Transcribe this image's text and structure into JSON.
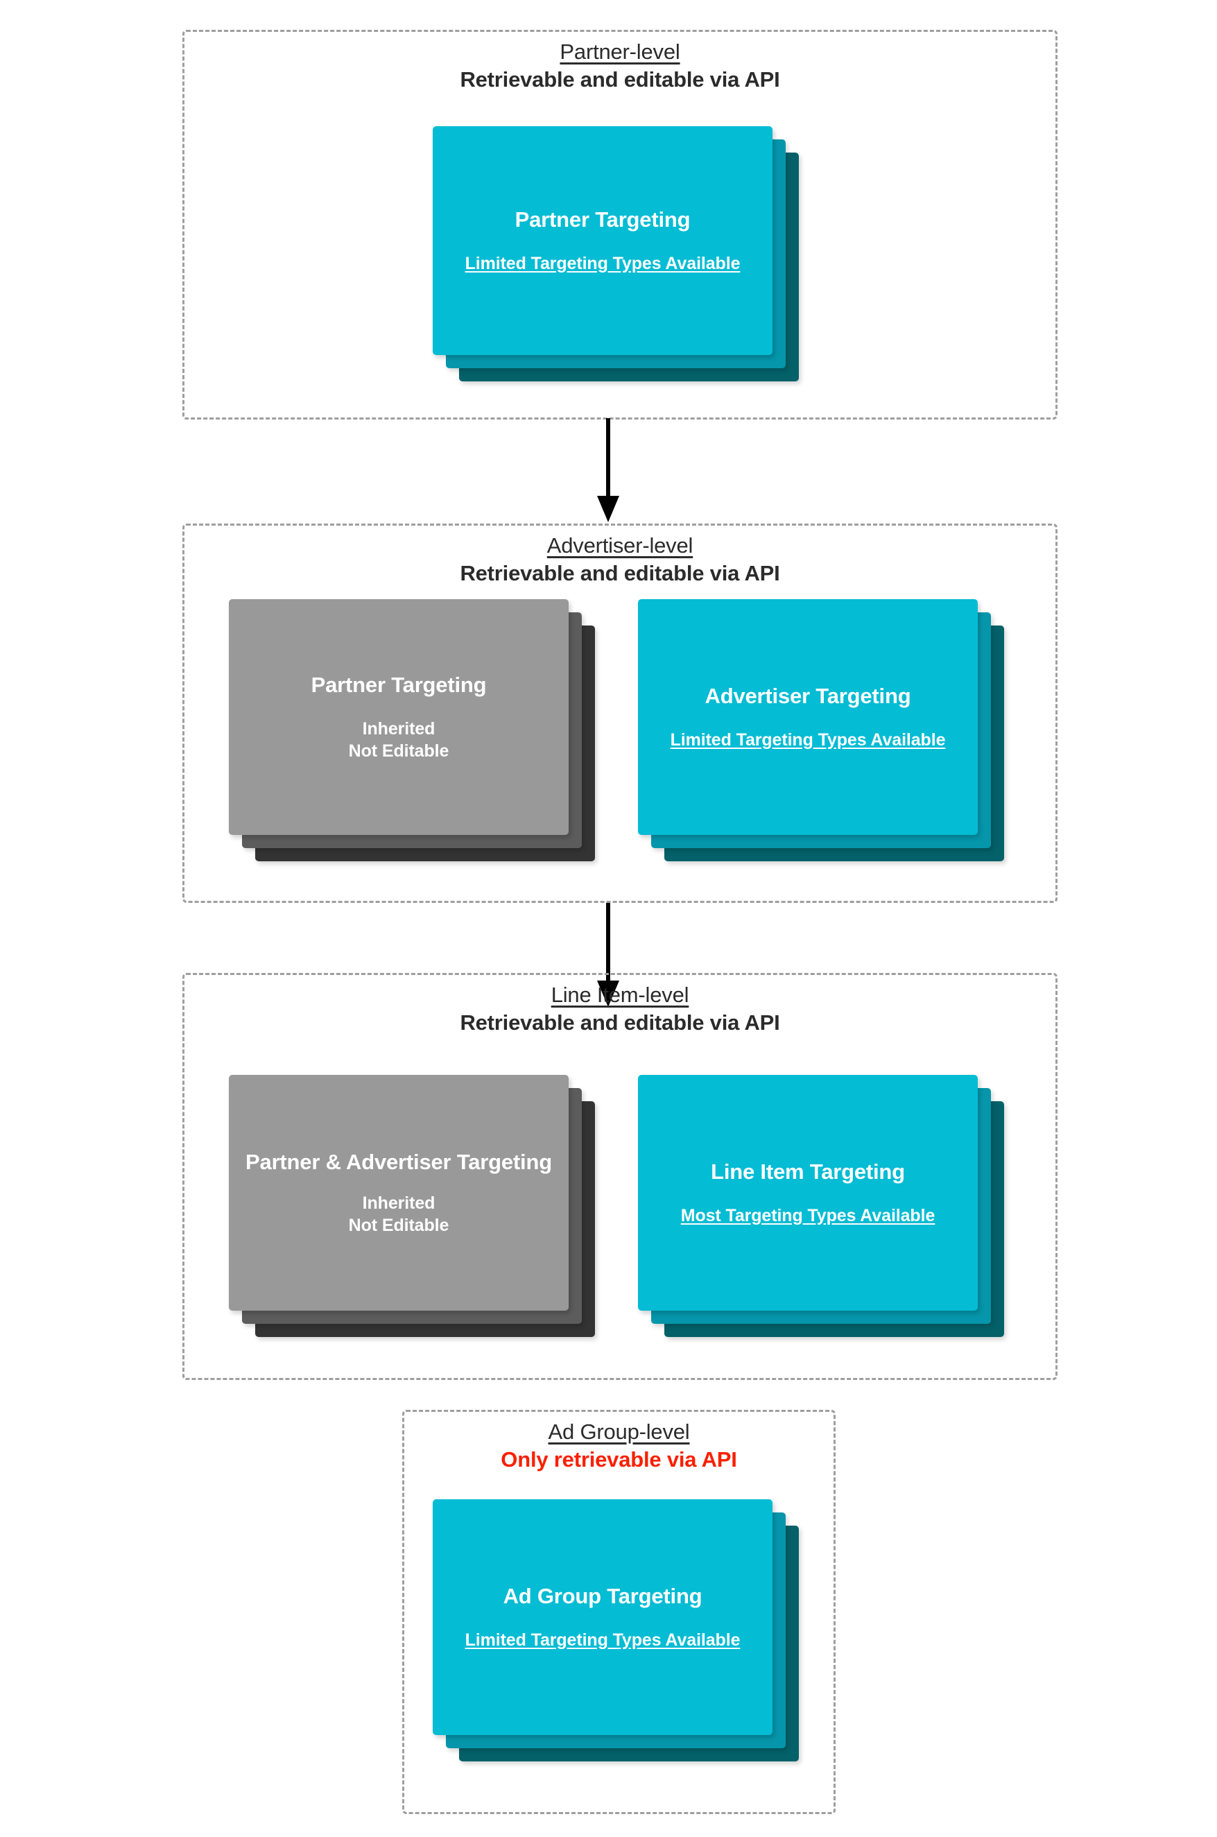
{
  "colors": {
    "cyan_front": "#04bcd4",
    "cyan_mid": "#0596ab",
    "cyan_back": "#046169",
    "gray_front": "#999999",
    "gray_mid": "#5c5c5c",
    "gray_back": "#333333",
    "dashed_border": "#9e9e9e",
    "heading_text": "#2b2b2b",
    "warning_text": "#fa2000",
    "card_text": "#ffffff",
    "arrow": "#000000",
    "page_background": "#ffffff"
  },
  "levels": [
    {
      "id": "partner-level",
      "title": "Partner-level",
      "subtitle": "Retrievable and editable via API",
      "subtitle_style": "normal",
      "cards": [
        {
          "id": "partner-targeting",
          "variant": "cyan",
          "title": "Partner Targeting",
          "note": "Limited Targeting Types Available",
          "note_underline": true
        }
      ]
    },
    {
      "id": "advertiser-level",
      "title": "Advertiser-level",
      "subtitle": "Retrievable and editable via API",
      "subtitle_style": "normal",
      "cards": [
        {
          "id": "partner-targeting-inherited",
          "variant": "gray",
          "title": "Partner Targeting",
          "note": "Inherited\nNot Editable",
          "note_underline": false
        },
        {
          "id": "advertiser-targeting",
          "variant": "cyan",
          "title": "Advertiser Targeting",
          "note": "Limited Targeting Types Available",
          "note_underline": true
        }
      ]
    },
    {
      "id": "line-item-level",
      "title": "Line Item-level",
      "subtitle": "Retrievable and editable via API",
      "subtitle_style": "normal",
      "cards": [
        {
          "id": "partner-advertiser-targeting-inherited",
          "variant": "gray",
          "title": "Partner & Advertiser Targeting",
          "note": "Inherited\nNot Editable",
          "note_underline": false
        },
        {
          "id": "line-item-targeting",
          "variant": "cyan",
          "title": "Line Item Targeting",
          "note": "Most Targeting Types Available",
          "note_underline": true
        }
      ]
    },
    {
      "id": "ad-group-level",
      "title": "Ad Group-level",
      "subtitle": "Only retrievable via API",
      "subtitle_style": "warning",
      "cards": [
        {
          "id": "ad-group-targeting",
          "variant": "cyan",
          "title": "Ad Group Targeting",
          "note": "Limited Targeting Types Available",
          "note_underline": true
        }
      ]
    }
  ],
  "connectors": [
    {
      "id": "partner-to-advertiser",
      "from": "partner-level",
      "to": "advertiser-level"
    },
    {
      "id": "advertiser-to-line-item",
      "from": "advertiser-level",
      "to": "line-item-level"
    }
  ]
}
